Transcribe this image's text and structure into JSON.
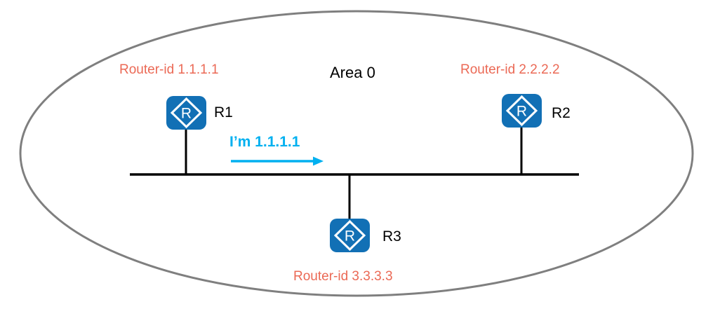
{
  "area": {
    "label": "Area 0"
  },
  "routers": [
    {
      "name": "R1",
      "router_id": "Router-id 1.1.1.1"
    },
    {
      "name": "R2",
      "router_id": "Router-id 2.2.2.2"
    },
    {
      "name": "R3",
      "router_id": "Router-id 3.3.3.3"
    }
  ],
  "message": {
    "text": "I’m 1.1.1.1",
    "direction": "right"
  },
  "icons": {
    "router_glyph": "R"
  },
  "colors": {
    "router_blue": "#1270B5",
    "router_id_text": "#EB6955",
    "message_cyan": "#00B0F0",
    "area_boundary_gray": "#7F7F7F",
    "link_black": "#000000"
  }
}
